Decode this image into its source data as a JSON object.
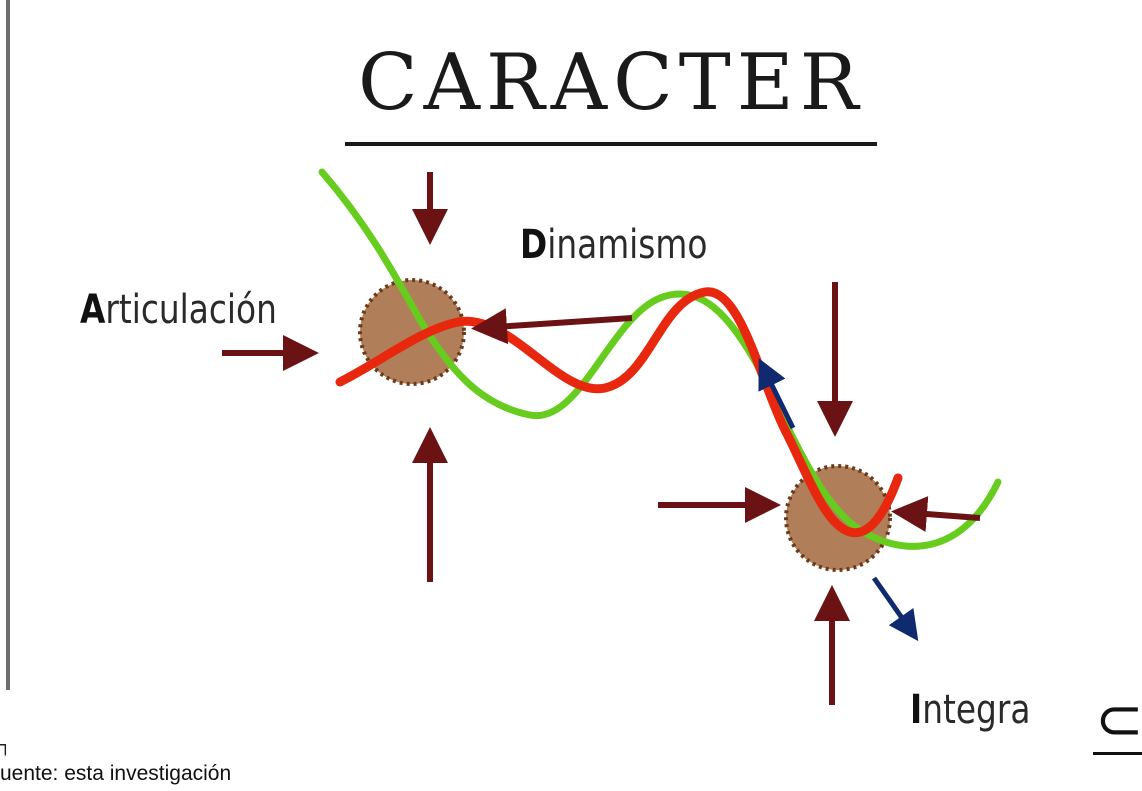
{
  "title": "CARACTER",
  "labels": {
    "articulacion": {
      "initial": "A",
      "rest": "rticulación"
    },
    "dinamismo": {
      "initial": "D",
      "rest": "inamismo"
    },
    "integra": {
      "initial": "I",
      "rest": "ntegra"
    }
  },
  "caption": "uente: esta investigación",
  "colors": {
    "green_curve": "#66cc1e",
    "red_curve": "#e8280e",
    "arrow": "#6b1214",
    "blue_arrow": "#0f2a6e",
    "node_fill": "#b07f5a",
    "node_border": "#6b3a1a"
  }
}
